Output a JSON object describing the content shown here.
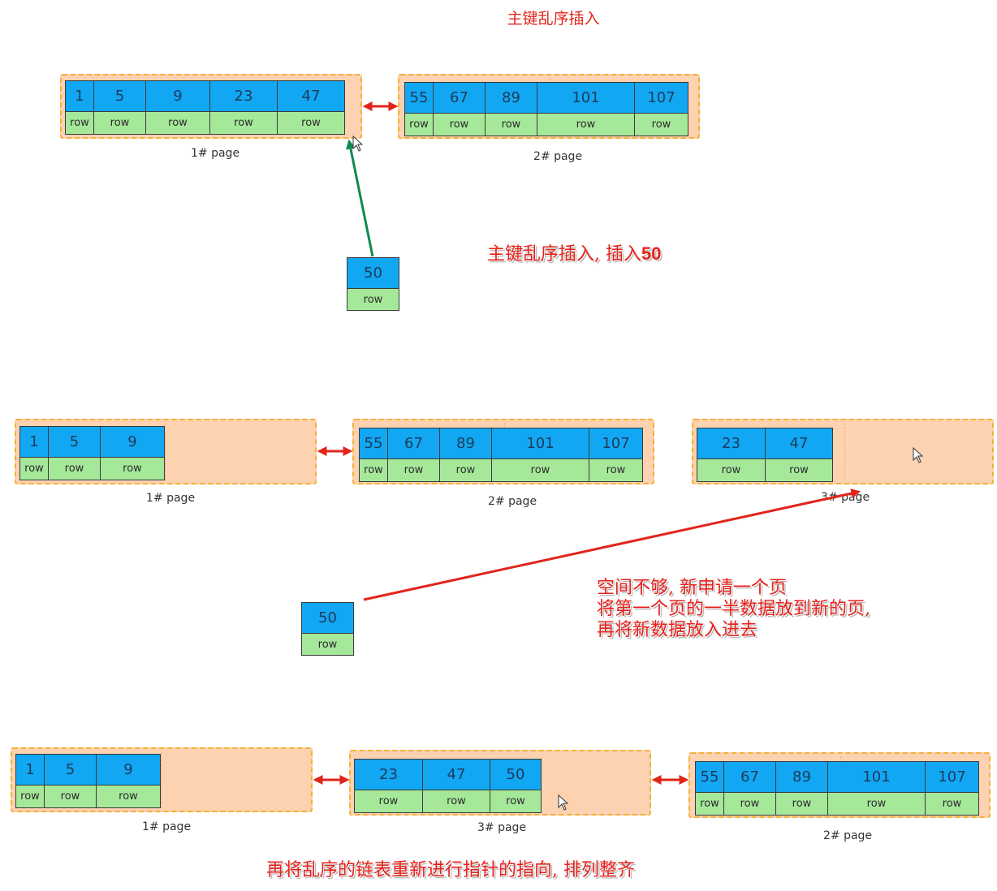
{
  "title": "主键乱序插入",
  "notes": {
    "insert_prefix": "主键乱序插入, 插入",
    "insert_value": "50",
    "split_lines": [
      "空间不够, 新申请一个页",
      "将第一个页的一半数据放到新的页,",
      "再将新数据放入进去"
    ],
    "relink": "再将乱序的链表重新进行指针的指向, 排列整齐"
  },
  "row_label": "row",
  "stage1": {
    "page1": {
      "label": "1#  page",
      "keys": [
        "1",
        "5",
        "9",
        "23",
        "47"
      ]
    },
    "page2": {
      "label": "2#  page",
      "keys": [
        "55",
        "67",
        "89",
        "101",
        "107"
      ]
    },
    "new_record": "50"
  },
  "stage2": {
    "page1": {
      "label": "1#  page",
      "keys": [
        "1",
        "5",
        "9"
      ]
    },
    "page2": {
      "label": "2#  page",
      "keys": [
        "55",
        "67",
        "89",
        "101",
        "107"
      ]
    },
    "page3": {
      "label": "3#  page",
      "keys": [
        "23",
        "47"
      ]
    },
    "new_record": "50"
  },
  "stage3": {
    "page1": {
      "label": "1#  page",
      "keys": [
        "1",
        "5",
        "9"
      ]
    },
    "page3": {
      "label": "3#  page",
      "keys": [
        "23",
        "47",
        "50"
      ]
    },
    "page2": {
      "label": "2#  page",
      "keys": [
        "55",
        "67",
        "89",
        "101",
        "107"
      ]
    }
  },
  "colors": {
    "key_fill": "#12a7f3",
    "row_fill": "#a5e89a",
    "page_fill": "#fdd2b1",
    "page_border": "#f4b136",
    "link_arrow": "#e1251b",
    "insert_arrow": "#0e8a4e"
  }
}
